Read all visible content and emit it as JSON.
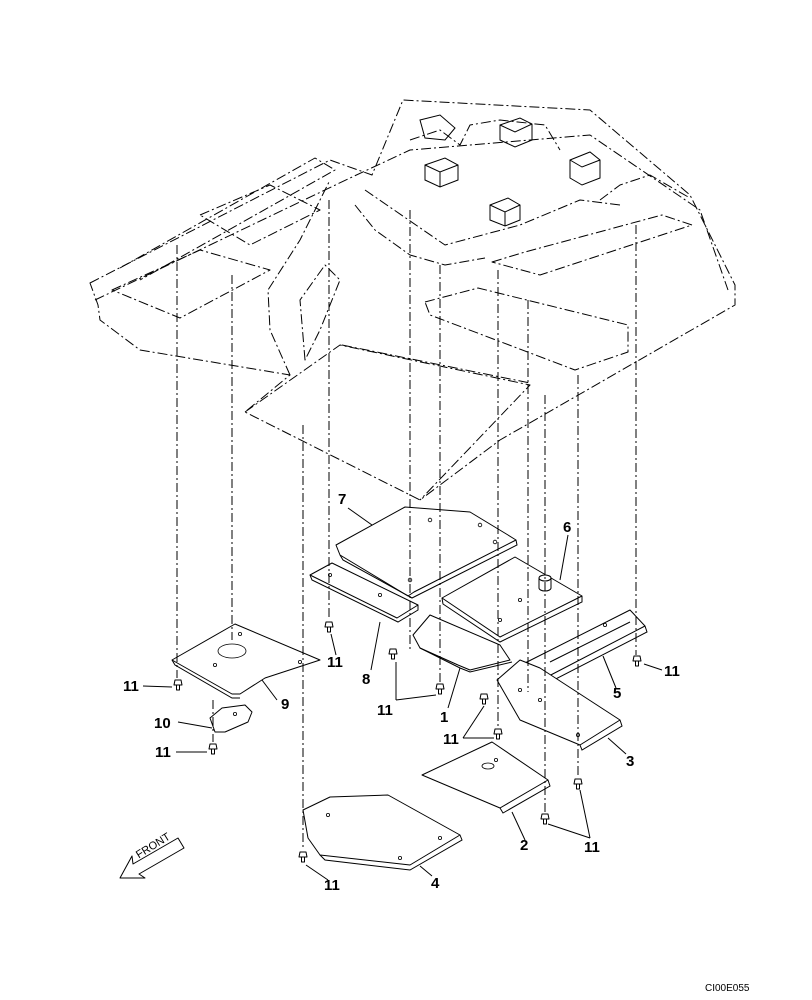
{
  "diagram": {
    "front_label": "FRONT",
    "drawing_code": "CI00E055",
    "callouts": {
      "c1": "1",
      "c2": "2",
      "c3": "3",
      "c4": "4",
      "c5": "5",
      "c6": "6",
      "c7": "7",
      "c8": "8",
      "c9": "9",
      "c10": "10",
      "c11": "11"
    }
  }
}
